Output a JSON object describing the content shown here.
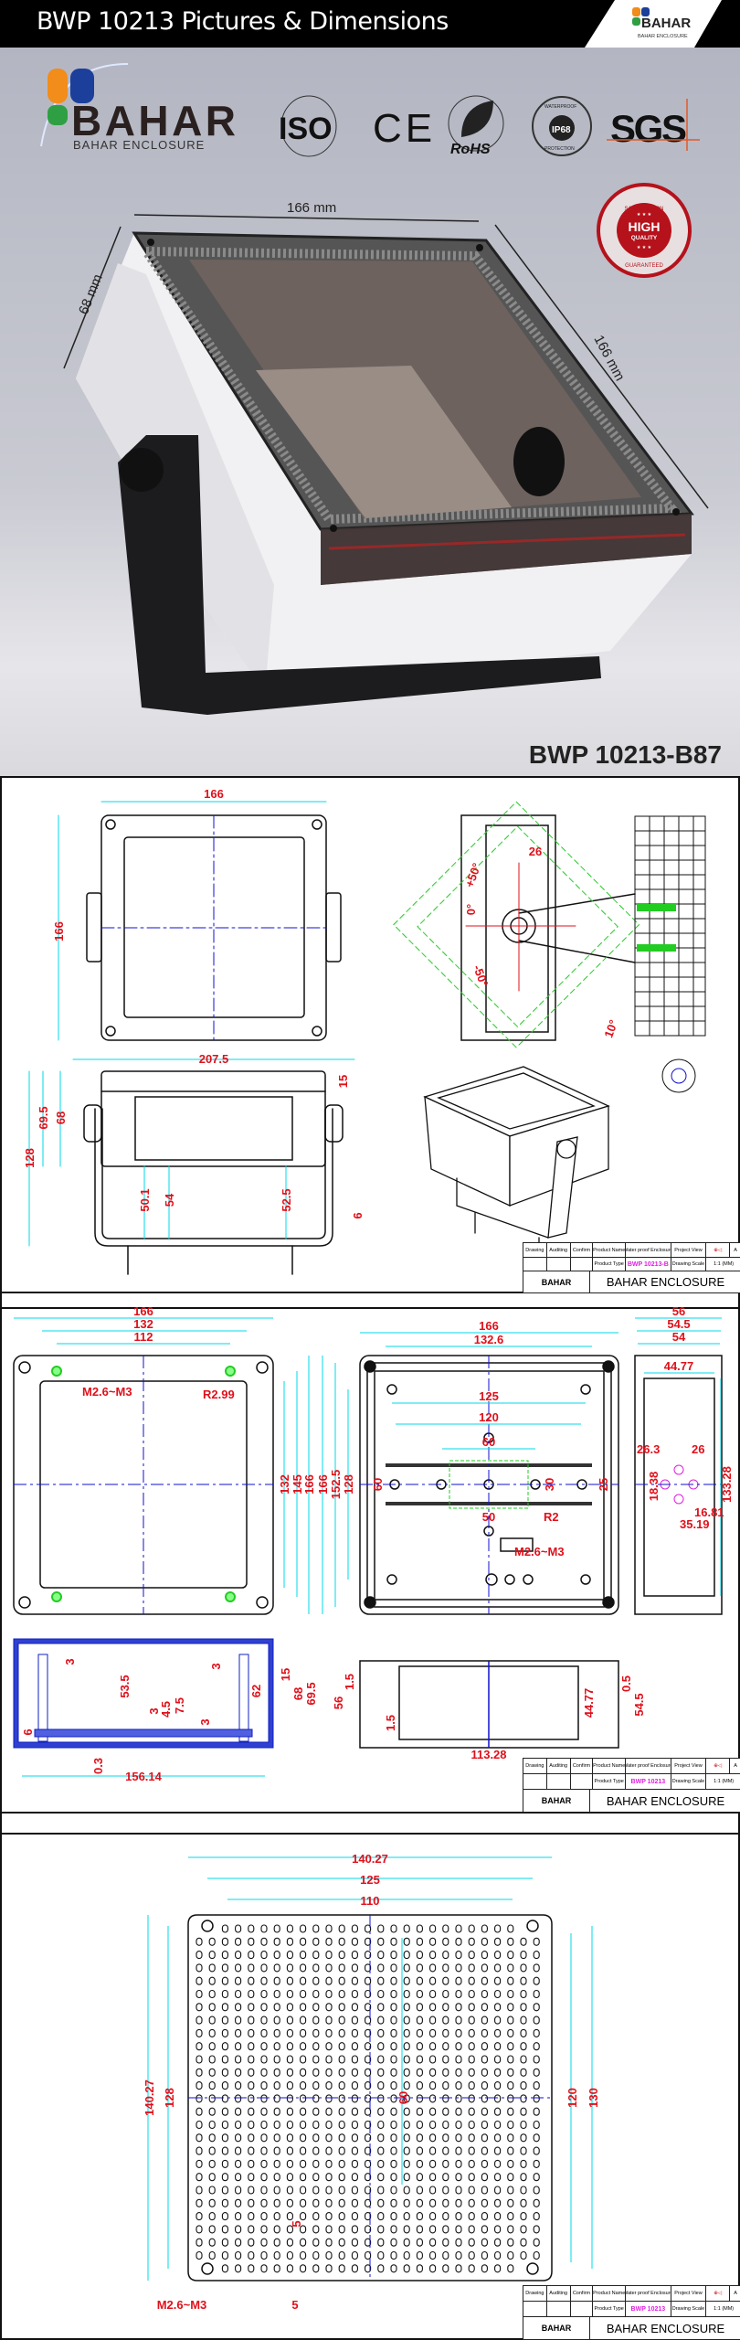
{
  "header": {
    "title": "BWP 10213 Pictures & Dimensions",
    "logo_brand": "BAHAR",
    "logo_sub": "BAHAR ENCLOSURE"
  },
  "photo": {
    "brand": "BAHAR",
    "brand_sub": "BAHAR ENCLOSURE",
    "certs": {
      "iso": "ISO",
      "ce": "CE",
      "rohs": "RoHS",
      "ip": "IP68",
      "ip_top": "WATERPROOF",
      "ip_bottom": "PROTECTION",
      "sgs": "SGS"
    },
    "dims": {
      "width": "166 mm",
      "depth": "68 mm",
      "length": "166 mm"
    },
    "badge": {
      "top": "SATISFACTION",
      "main": "HIGH",
      "sub": "QUALITY",
      "stars": "★ ★ ★",
      "bottom": "GUARANTEED"
    },
    "model": "BWP 10213-B87"
  },
  "title_block": {
    "drawing": "Drawing",
    "auditing": "Auditing",
    "confirm": "Confirm",
    "product_name_label": "Product Name",
    "product_name": "Water proof Enclosure",
    "project_view": "Project View",
    "sheet": "A",
    "product_type_label": "Product Type",
    "drawing_scale_label": "Drawing Scale",
    "scale": "1:1 (MM)",
    "company": "BAHAR  ENCLOSURE",
    "logo": "BAHAR"
  },
  "drawing1": {
    "product_type": "BWP 10213-B",
    "labels": [
      "166",
      "166",
      "26",
      "+50°",
      "0°",
      "-50°",
      "10°",
      "207.5",
      "15",
      "69.5",
      "68",
      "128",
      "50.1",
      "54",
      "52.5",
      "6"
    ]
  },
  "drawing2": {
    "product_type": "BWP 10213",
    "labels": [
      "166",
      "132",
      "112",
      "M2.6~M3",
      "R2.99",
      "132",
      "145",
      "166",
      "166",
      "152.5",
      "128",
      "166",
      "132.6",
      "125",
      "120",
      "60",
      "60",
      "30",
      "25",
      "50",
      "R2",
      "M2.6~M3",
      "56",
      "54.5",
      "54",
      "44.77",
      "26.3",
      "26",
      "18.38",
      "16.81",
      "35.19",
      "133.28",
      "3",
      "3",
      "53.5",
      "62",
      "15",
      "68",
      "69.5",
      "3",
      "4.5",
      "7.5",
      "3",
      "6",
      "0.3",
      "156.14",
      "56",
      "1.5",
      "1.5",
      "113.28",
      "44.77",
      "0.5",
      "54.5"
    ]
  },
  "drawing3": {
    "product_type": "BWP 10213",
    "labels": [
      "140.27",
      "125",
      "110",
      "140.27",
      "128",
      "60",
      "120",
      "130",
      "5",
      "M2.6~M3",
      "5"
    ]
  },
  "colors": {
    "dimension": "#e0101a",
    "dimline": "#00d8e8",
    "center": "#1010d0",
    "green": "#22cc22",
    "badge": "#b5121b",
    "pink": "#e020e0"
  }
}
